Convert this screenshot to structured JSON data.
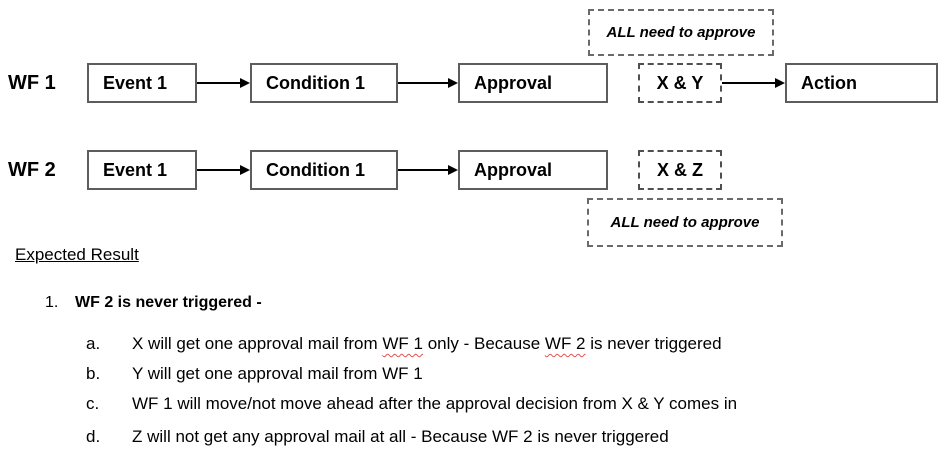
{
  "diagram": {
    "annotation_top": "ALL need to approve",
    "annotation_bottom": "ALL need to approve",
    "rows": [
      {
        "label": "WF 1",
        "boxes": [
          {
            "label": "Event 1"
          },
          {
            "label": "Condition 1"
          },
          {
            "label": "Approval"
          },
          {
            "label": "X & Y"
          },
          {
            "label": "Action"
          }
        ]
      },
      {
        "label": "WF 2",
        "boxes": [
          {
            "label": "Event 1"
          },
          {
            "label": "Condition 1"
          },
          {
            "label": "Approval"
          },
          {
            "label": "X & Z"
          }
        ]
      }
    ]
  },
  "expected": {
    "title": "Expected Result",
    "item_number": "1.",
    "item_heading": "WF 2 is never triggered -",
    "subitems": [
      {
        "marker": "a.",
        "segments": [
          {
            "text": "X will get one approval mail from "
          },
          {
            "text": "WF 1",
            "spellcheck": true
          },
          {
            "text": " only - Because "
          },
          {
            "text": "WF 2",
            "spellcheck": true
          },
          {
            "text": " is never triggered"
          }
        ]
      },
      {
        "marker": "b.",
        "text": "Y will get one approval mail from WF 1"
      },
      {
        "marker": "c.",
        "text": "WF 1 will move/not move ahead after the approval decision from X & Y comes in"
      },
      {
        "marker": "d.",
        "text": "Z will not get any approval mail at all - Because WF 2 is never triggered"
      }
    ]
  },
  "colors": {
    "background": "#ffffff",
    "box_border": "#5d5d5d",
    "dashed_border": "#4f4f4f",
    "arrow": "#000000",
    "text": "#000000",
    "spellcheck_squiggle": "#e05252"
  }
}
